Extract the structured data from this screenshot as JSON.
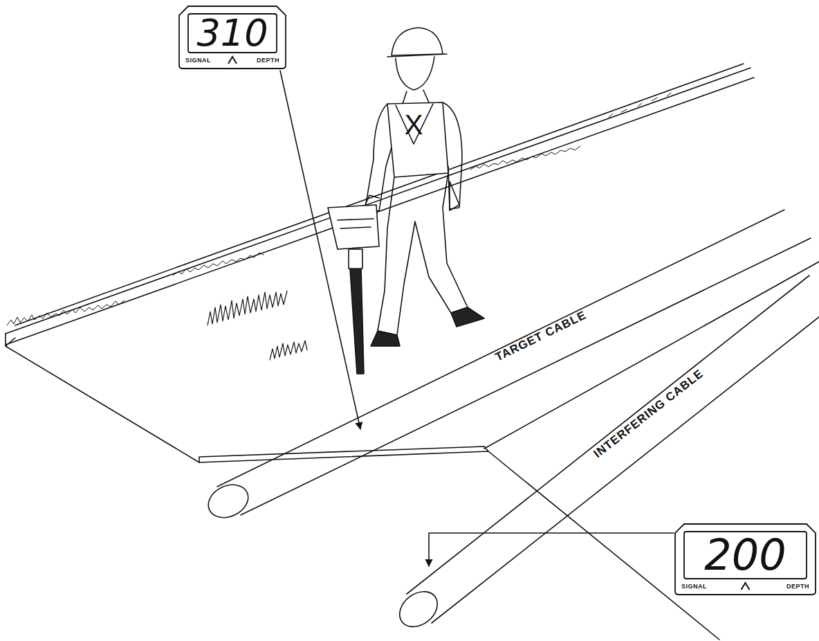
{
  "diagram": {
    "nodes": [
      {
        "text": [
          "310",
          "SIGNAL",
          "DEPTH"
        ]
      },
      {
        "text": [
          "200",
          "SIGNAL",
          "DEPTH"
        ]
      }
    ],
    "labels": [
      "TARGET CABLE",
      "INTERFERING CABLE",
      "X"
    ]
  }
}
